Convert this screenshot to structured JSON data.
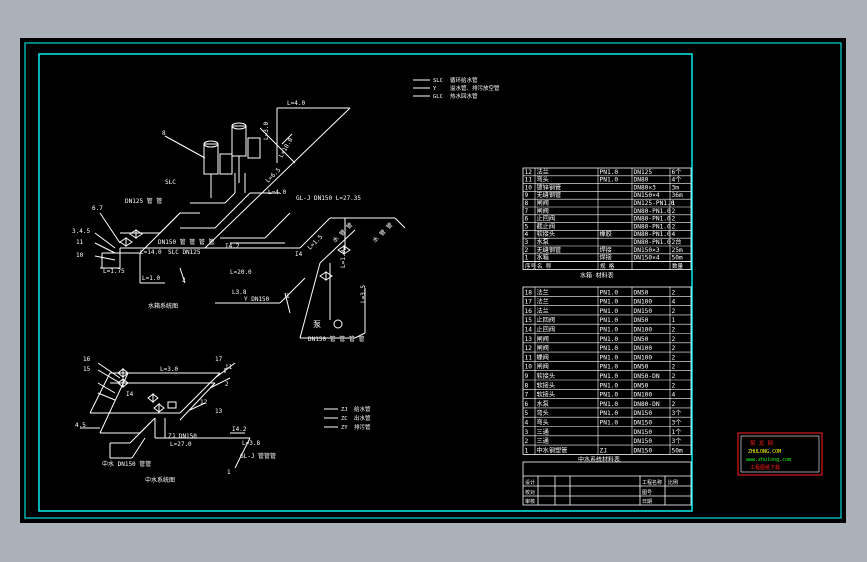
{
  "legend_top": [
    {
      "code": "SLC",
      "text": "循环给水管"
    },
    {
      "code": "Y",
      "text": "溢水管、排污放空管"
    },
    {
      "code": "GLC",
      "text": "热水回水管"
    }
  ],
  "legend_bottom": [
    {
      "code": "ZJ",
      "text": "给水管"
    },
    {
      "code": "ZC",
      "text": "出水管"
    },
    {
      "code": "ZY",
      "text": "排污管"
    }
  ],
  "upper_diagram": {
    "title": "水箱系统图",
    "labels": {
      "l40": "L=4.0",
      "l30": "L=3.0",
      "l100": "L=10.0",
      "l65": "L=6.5",
      "l40b": "L=4.0",
      "gl": "GL-J DN150 L=27.35",
      "slc": "SLC",
      "dn125": "DN125 管 管",
      "dn150": "DN150 管 管 管 管",
      "l140": "L=14.0",
      "slcdn": "SLC DN125",
      "l175": "L=1.75",
      "l10": "L=1.0",
      "l200": "L=20.0",
      "l38": "L3.8",
      "ydn": "Y DN150",
      "l35": "L=3.5",
      "l15": "L=1.5",
      "l35b": "L=3.5",
      "l105": "L=1.0",
      "p142": "I4.2",
      "p14": "I4",
      "n8": "8",
      "n67": "6.7",
      "n345": "3.4.5",
      "n11": "11",
      "n10": "10",
      "n1": "1",
      "n2": "2",
      "pump": "泵",
      "dnbot": "DN150 管 管 管 管",
      "lv1": "水 管 管",
      "lv2": "水 管 管"
    }
  },
  "lower_diagram": {
    "title": "中水系统图",
    "labels": {
      "l30": "L=3.0",
      "l270": "L=27.0",
      "l14": "I4.2",
      "l38": "L=3.8",
      "zj": "ZJ DN150",
      "n16": "16",
      "n15": "15",
      "n17": "17",
      "n14": "I4",
      "n11": "11",
      "n45": "4.5",
      "n2": "2",
      "n1": "1",
      "n12": "12",
      "n13": "13",
      "gl": "GL-J 管管管",
      "bot": "中水 DN150 管管"
    }
  },
  "tables": {
    "upper": {
      "caption": "水箱 材料表",
      "header": [
        "序号",
        "名 称",
        "规 格",
        "",
        "数量"
      ],
      "rows": [
        [
          "12",
          "法兰",
          "PN1.0",
          "DN125",
          "6个"
        ],
        [
          "11",
          "弯头",
          "PN1.0",
          "DN80",
          "4个"
        ],
        [
          "10",
          "镀锌钢管",
          "",
          "DN80×3",
          "3m"
        ],
        [
          "9",
          "无缝钢管",
          "",
          "DN150×4",
          "36m"
        ],
        [
          "8",
          "闸阀",
          "",
          "DN125-PN1.0",
          "1"
        ],
        [
          "7",
          "闸阀",
          "",
          "DN80-PN1.0",
          "2"
        ],
        [
          "6",
          "止回阀",
          "",
          "DN80-PN1.0",
          "2"
        ],
        [
          "5",
          "截止阀",
          "",
          "DN80-PN1.0",
          "2"
        ],
        [
          "4",
          "软接头",
          "橡胶",
          "DN80-PN1.0",
          "4"
        ],
        [
          "3",
          "水泵",
          "",
          "DN80-PN1.0",
          "2台"
        ],
        [
          "2",
          "无缝钢管",
          "焊接",
          "DN150×3",
          "25m"
        ],
        [
          "1",
          "水箱",
          "焊接",
          "DN150×4",
          "50m"
        ]
      ]
    },
    "lower": {
      "caption": "中水系统材料表",
      "rows": [
        [
          "18",
          "法兰",
          "PN1.0",
          "DN50",
          "2"
        ],
        [
          "17",
          "法兰",
          "PN1.0",
          "DN100",
          "4"
        ],
        [
          "16",
          "法兰",
          "PN1.0",
          "DN150",
          "2"
        ],
        [
          "15",
          "止回阀",
          "PN1.0",
          "DN50",
          "1"
        ],
        [
          "14",
          "止回阀",
          "PN1.0",
          "DN100",
          "2"
        ],
        [
          "13",
          "闸阀",
          "PN1.0",
          "DN50",
          "2"
        ],
        [
          "12",
          "闸阀",
          "PN1.0",
          "DN100",
          "2"
        ],
        [
          "11",
          "蝶阀",
          "PN1.0",
          "DN100",
          "2"
        ],
        [
          "10",
          "闸阀",
          "PN1.0",
          "DN50",
          "2"
        ],
        [
          "9",
          "软接头",
          "PN1.0",
          "DN50-DN",
          "2"
        ],
        [
          "8",
          "软接头",
          "PN1.0",
          "DN50",
          "2"
        ],
        [
          "7",
          "软接头",
          "PN1.0",
          "DN100",
          "4"
        ],
        [
          "6",
          "水泵",
          "PN1.0",
          "DN80-DN",
          "2"
        ],
        [
          "5",
          "弯头",
          "PN1.0",
          "DN150",
          "3个"
        ],
        [
          "4",
          "弯头",
          "PN1.0",
          "DN150",
          "3个"
        ],
        [
          "3",
          "三通",
          "",
          "DN150",
          "1个"
        ],
        [
          "2",
          "三通",
          "",
          "DN150",
          "3个"
        ],
        [
          "1",
          "中水钢塑管",
          "ZJ",
          "DN150",
          "50m"
        ]
      ]
    }
  },
  "title_block": {
    "rows": [
      "设计",
      "校对",
      "审核"
    ],
    "label_a": "工程名称",
    "label_b": "图号",
    "label_c": "日期",
    "label_d": "比例"
  },
  "stamp": {
    "line1": "筑 龙 网",
    "line2": "ZHULONG.COM",
    "line3": "www.zhulong.com",
    "line4": "工程图纸下载"
  },
  "colors": {
    "frame": "#00ffff",
    "line": "#ffffff",
    "accent": "#ffff00",
    "red": "#ff2020",
    "green": "#20ff20"
  }
}
